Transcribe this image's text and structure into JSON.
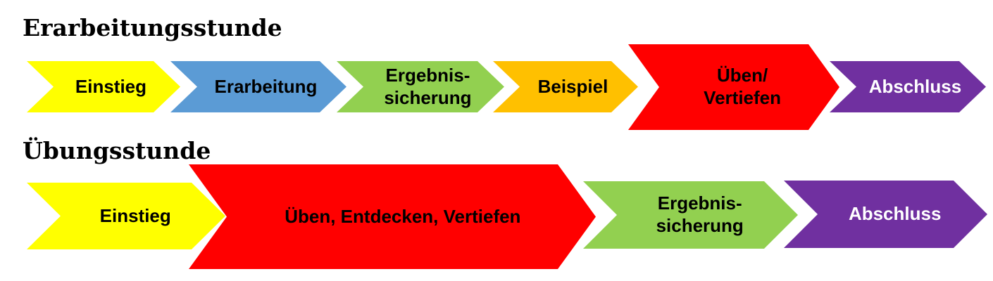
{
  "sections": [
    {
      "title": "Erarbeitungsstunde",
      "steps": [
        {
          "lines": [
            "Einstieg"
          ],
          "color": "#ffff00",
          "text_color": "#000000"
        },
        {
          "lines": [
            "Erarbeitung"
          ],
          "color": "#5b9bd5",
          "text_color": "#000000"
        },
        {
          "lines": [
            "Ergebnis-",
            "sicherung"
          ],
          "color": "#92d050",
          "text_color": "#000000"
        },
        {
          "lines": [
            "Beispiel"
          ],
          "color": "#ffc000",
          "text_color": "#000000"
        },
        {
          "lines": [
            "Üben/",
            "Vertiefen"
          ],
          "color": "#ff0000",
          "text_color": "#000000"
        },
        {
          "lines": [
            "Abschluss"
          ],
          "color": "#7030a0",
          "text_color": "#ffffff"
        }
      ]
    },
    {
      "title": "Übungsstunde",
      "steps": [
        {
          "lines": [
            "Einstieg"
          ],
          "color": "#ffff00",
          "text_color": "#000000"
        },
        {
          "lines": [
            "Üben, Entdecken, Vertiefen"
          ],
          "color": "#ff0000",
          "text_color": "#000000"
        },
        {
          "lines": [
            "Ergebnis-",
            "sicherung"
          ],
          "color": "#92d050",
          "text_color": "#000000"
        },
        {
          "lines": [
            "Abschluss"
          ],
          "color": "#7030a0",
          "text_color": "#ffffff"
        }
      ]
    }
  ]
}
